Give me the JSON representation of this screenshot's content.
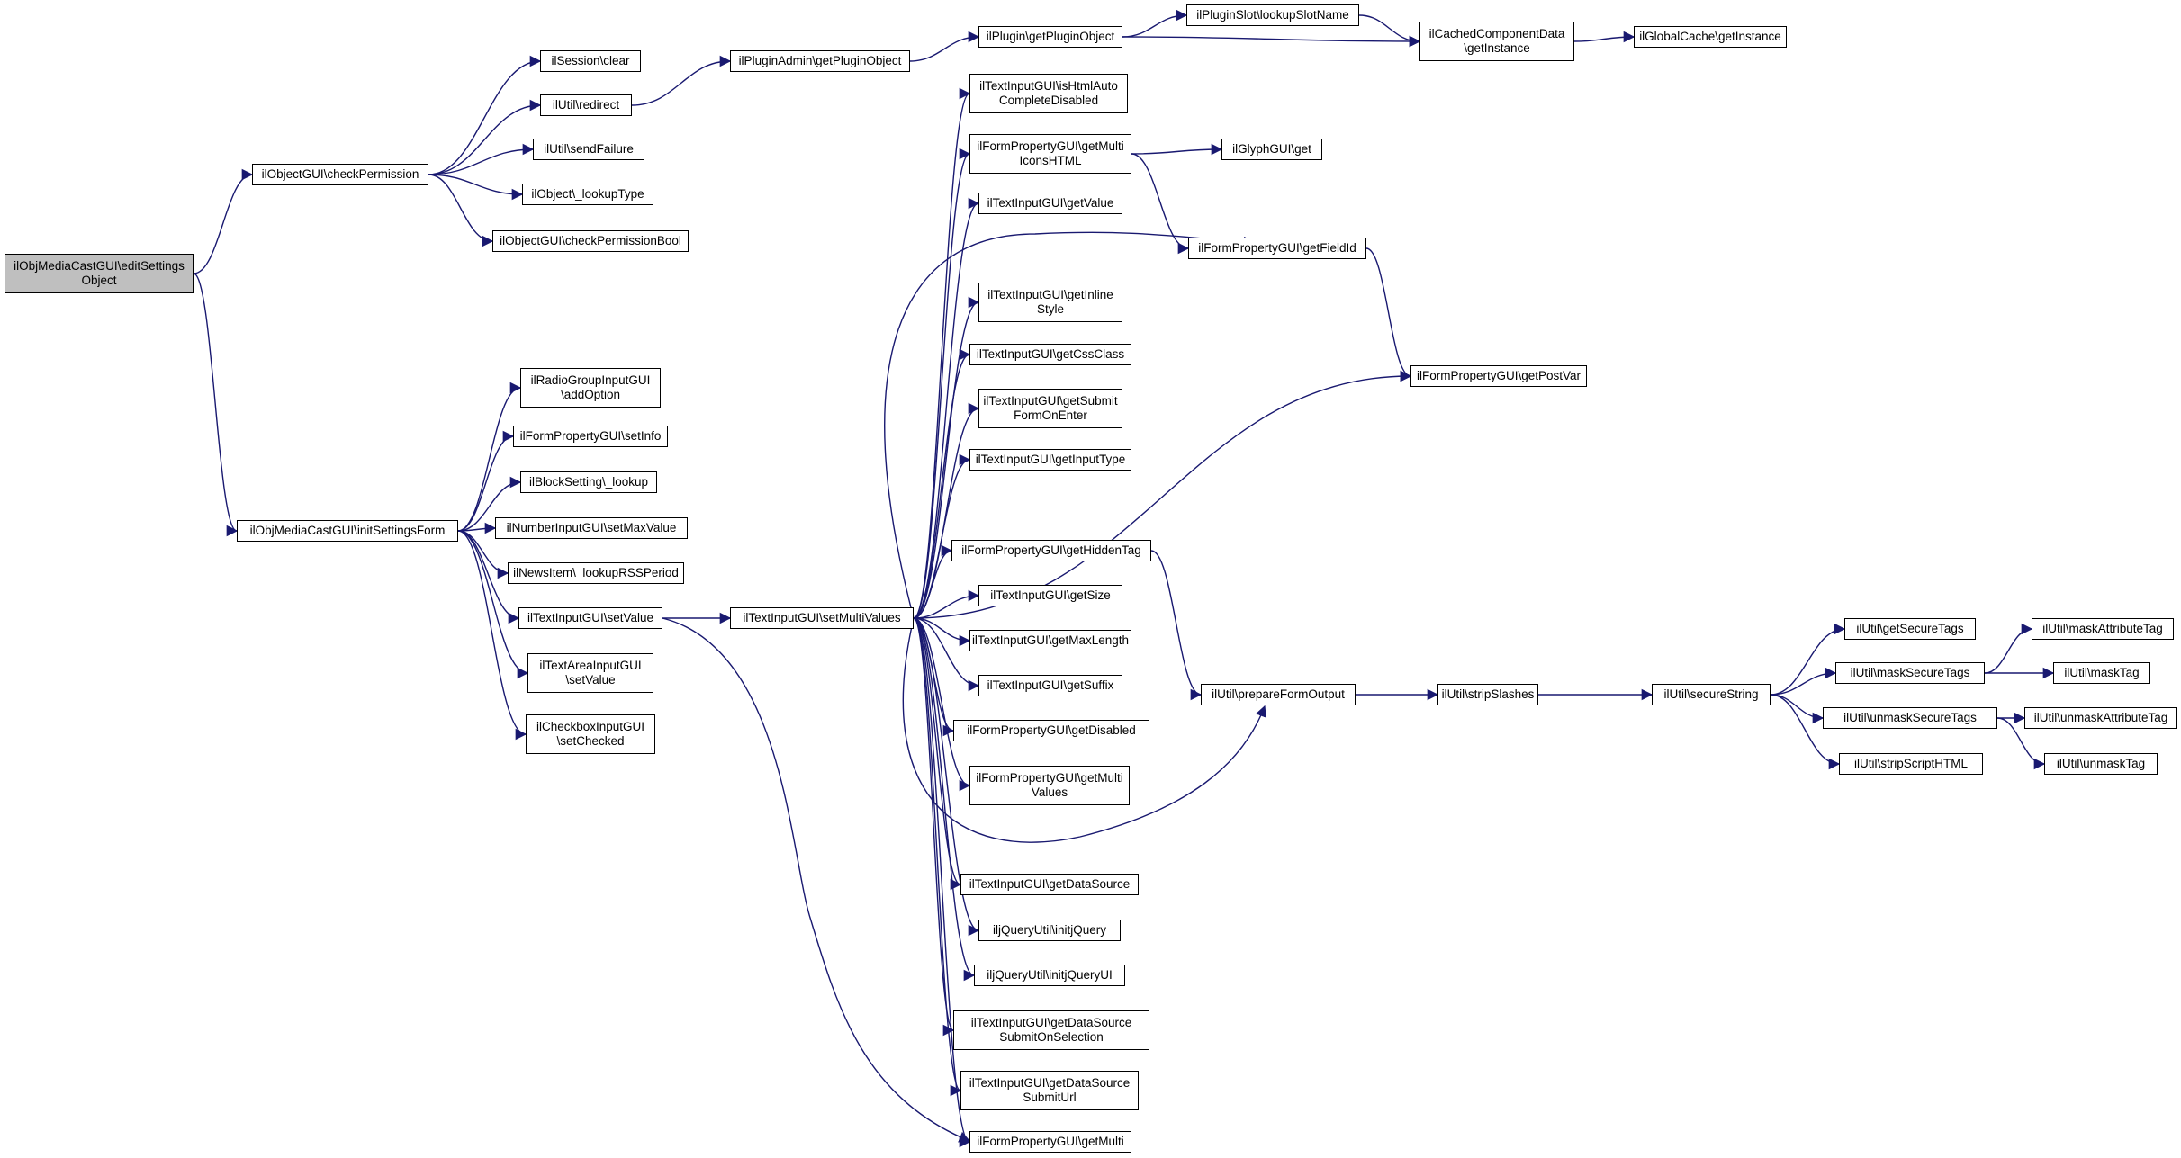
{
  "colors": {
    "edge": "#191970",
    "root_fill": "#bfbfbf",
    "node_fill": "#ffffff",
    "border": "#000000"
  },
  "nodes": [
    {
      "id": "editSettings",
      "label": "ilObjMediaCastGUI\\editSettings\nObject",
      "root": true
    },
    {
      "id": "checkPermission",
      "label": "ilObjectGUI\\checkPermission"
    },
    {
      "id": "initSettingsForm",
      "label": "ilObjMediaCastGUI\\initSettingsForm"
    },
    {
      "id": "sessionClear",
      "label": "ilSession\\clear"
    },
    {
      "id": "redirect",
      "label": "ilUtil\\redirect"
    },
    {
      "id": "sendFailure",
      "label": "ilUtil\\sendFailure"
    },
    {
      "id": "lookupType",
      "label": "ilObject\\_lookupType"
    },
    {
      "id": "checkPermissionBool",
      "label": "ilObjectGUI\\checkPermissionBool"
    },
    {
      "id": "addOption",
      "label": "ilRadioGroupInputGUI\n\\addOption"
    },
    {
      "id": "setInfo",
      "label": "ilFormPropertyGUI\\setInfo"
    },
    {
      "id": "blockLookup",
      "label": "ilBlockSetting\\_lookup"
    },
    {
      "id": "setMaxValue",
      "label": "ilNumberInputGUI\\setMaxValue"
    },
    {
      "id": "rssPeriod",
      "label": "ilNewsItem\\_lookupRSSPeriod"
    },
    {
      "id": "setValue",
      "label": "ilTextInputGUI\\setValue"
    },
    {
      "id": "areaSetValue",
      "label": "ilTextAreaInputGUI\n\\setValue"
    },
    {
      "id": "setChecked",
      "label": "ilCheckboxInputGUI\n\\setChecked"
    },
    {
      "id": "setMultiValues",
      "label": "ilTextInputGUI\\setMultiValues"
    },
    {
      "id": "getPluginObjectAdmin",
      "label": "ilPluginAdmin\\getPluginObject"
    },
    {
      "id": "getPluginObject",
      "label": "ilPlugin\\getPluginObject"
    },
    {
      "id": "lookupSlotName",
      "label": "ilPluginSlot\\lookupSlotName"
    },
    {
      "id": "cachedInstance",
      "label": "ilCachedComponentData\n\\getInstance"
    },
    {
      "id": "globalCache",
      "label": "ilGlobalCache\\getInstance"
    },
    {
      "id": "isHtmlAuto",
      "label": "ilTextInputGUI\\isHtmlAuto\nCompleteDisabled"
    },
    {
      "id": "multiIcons",
      "label": "ilFormPropertyGUI\\getMulti\nIconsHTML"
    },
    {
      "id": "getValue",
      "label": "ilTextInputGUI\\getValue"
    },
    {
      "id": "inlineStyle",
      "label": "ilTextInputGUI\\getInline\nStyle"
    },
    {
      "id": "cssClass",
      "label": "ilTextInputGUI\\getCssClass"
    },
    {
      "id": "submitForm",
      "label": "ilTextInputGUI\\getSubmit\nFormOnEnter"
    },
    {
      "id": "inputType",
      "label": "ilTextInputGUI\\getInputType"
    },
    {
      "id": "hiddenTag",
      "label": "ilFormPropertyGUI\\getHiddenTag"
    },
    {
      "id": "getSize",
      "label": "ilTextInputGUI\\getSize"
    },
    {
      "id": "maxLength",
      "label": "ilTextInputGUI\\getMaxLength"
    },
    {
      "id": "getSuffix",
      "label": "ilTextInputGUI\\getSuffix"
    },
    {
      "id": "getDisabled",
      "label": "ilFormPropertyGUI\\getDisabled"
    },
    {
      "id": "multiValues",
      "label": "ilFormPropertyGUI\\getMulti\nValues"
    },
    {
      "id": "dataSource",
      "label": "ilTextInputGUI\\getDataSource"
    },
    {
      "id": "initjQuery",
      "label": "iljQueryUtil\\initjQuery"
    },
    {
      "id": "initjQueryUI",
      "label": "iljQueryUtil\\initjQueryUI"
    },
    {
      "id": "dsSubmitSel",
      "label": "ilTextInputGUI\\getDataSource\nSubmitOnSelection"
    },
    {
      "id": "dsSubmitUrl",
      "label": "ilTextInputGUI\\getDataSource\nSubmitUrl"
    },
    {
      "id": "getMulti",
      "label": "ilFormPropertyGUI\\getMulti"
    },
    {
      "id": "glyphGet",
      "label": "ilGlyphGUI\\get"
    },
    {
      "id": "fieldId",
      "label": "ilFormPropertyGUI\\getFieldId"
    },
    {
      "id": "postVar",
      "label": "ilFormPropertyGUI\\getPostVar"
    },
    {
      "id": "prepareFormOutput",
      "label": "ilUtil\\prepareFormOutput"
    },
    {
      "id": "stripSlashes",
      "label": "ilUtil\\stripSlashes"
    },
    {
      "id": "secureString",
      "label": "ilUtil\\secureString"
    },
    {
      "id": "getSecureTags",
      "label": "ilUtil\\getSecureTags"
    },
    {
      "id": "maskSecureTags",
      "label": "ilUtil\\maskSecureTags"
    },
    {
      "id": "unmaskSecureTags",
      "label": "ilUtil\\unmaskSecureTags"
    },
    {
      "id": "stripScriptHTML",
      "label": "ilUtil\\stripScriptHTML"
    },
    {
      "id": "maskAttributeTag",
      "label": "ilUtil\\maskAttributeTag"
    },
    {
      "id": "maskTag",
      "label": "ilUtil\\maskTag"
    },
    {
      "id": "unmaskAttributeTag",
      "label": "ilUtil\\unmaskAttributeTag"
    },
    {
      "id": "unmaskTag",
      "label": "ilUtil\\unmaskTag"
    }
  ],
  "edges": [
    [
      "editSettings",
      "checkPermission"
    ],
    [
      "editSettings",
      "initSettingsForm"
    ],
    [
      "checkPermission",
      "sessionClear"
    ],
    [
      "checkPermission",
      "redirect"
    ],
    [
      "checkPermission",
      "sendFailure"
    ],
    [
      "checkPermission",
      "lookupType"
    ],
    [
      "checkPermission",
      "checkPermissionBool"
    ],
    [
      "redirect",
      "getPluginObjectAdmin"
    ],
    [
      "getPluginObjectAdmin",
      "getPluginObject"
    ],
    [
      "getPluginObject",
      "lookupSlotName"
    ],
    [
      "getPluginObject",
      "cachedInstance"
    ],
    [
      "lookupSlotName",
      "cachedInstance"
    ],
    [
      "cachedInstance",
      "globalCache"
    ],
    [
      "initSettingsForm",
      "addOption"
    ],
    [
      "initSettingsForm",
      "setInfo"
    ],
    [
      "initSettingsForm",
      "blockLookup"
    ],
    [
      "initSettingsForm",
      "setMaxValue"
    ],
    [
      "initSettingsForm",
      "rssPeriod"
    ],
    [
      "initSettingsForm",
      "setValue"
    ],
    [
      "initSettingsForm",
      "areaSetValue"
    ],
    [
      "initSettingsForm",
      "setChecked"
    ],
    [
      "setValue",
      "setMultiValues"
    ],
    [
      "setValue",
      "getMulti"
    ],
    [
      "setMultiValues",
      "isHtmlAuto"
    ],
    [
      "setMultiValues",
      "multiIcons"
    ],
    [
      "setMultiValues",
      "getValue"
    ],
    [
      "setMultiValues",
      "fieldId"
    ],
    [
      "setMultiValues",
      "inlineStyle"
    ],
    [
      "setMultiValues",
      "cssClass"
    ],
    [
      "setMultiValues",
      "submitForm"
    ],
    [
      "setMultiValues",
      "inputType"
    ],
    [
      "setMultiValues",
      "postVar"
    ],
    [
      "setMultiValues",
      "hiddenTag"
    ],
    [
      "setMultiValues",
      "getSize"
    ],
    [
      "setMultiValues",
      "maxLength"
    ],
    [
      "setMultiValues",
      "getSuffix"
    ],
    [
      "setMultiValues",
      "getDisabled"
    ],
    [
      "setMultiValues",
      "multiValues"
    ],
    [
      "setMultiValues",
      "prepareFormOutput"
    ],
    [
      "setMultiValues",
      "dataSource"
    ],
    [
      "setMultiValues",
      "initjQuery"
    ],
    [
      "setMultiValues",
      "initjQueryUI"
    ],
    [
      "setMultiValues",
      "dsSubmitSel"
    ],
    [
      "setMultiValues",
      "dsSubmitUrl"
    ],
    [
      "setMultiValues",
      "getMulti"
    ],
    [
      "multiIcons",
      "glyphGet"
    ],
    [
      "multiIcons",
      "fieldId"
    ],
    [
      "fieldId",
      "postVar"
    ],
    [
      "hiddenTag",
      "prepareFormOutput"
    ],
    [
      "prepareFormOutput",
      "stripSlashes"
    ],
    [
      "stripSlashes",
      "secureString"
    ],
    [
      "secureString",
      "getSecureTags"
    ],
    [
      "secureString",
      "maskSecureTags"
    ],
    [
      "secureString",
      "unmaskSecureTags"
    ],
    [
      "secureString",
      "stripScriptHTML"
    ],
    [
      "maskSecureTags",
      "maskAttributeTag"
    ],
    [
      "maskSecureTags",
      "maskTag"
    ],
    [
      "unmaskSecureTags",
      "unmaskAttributeTag"
    ],
    [
      "unmaskSecureTags",
      "unmaskTag"
    ]
  ]
}
